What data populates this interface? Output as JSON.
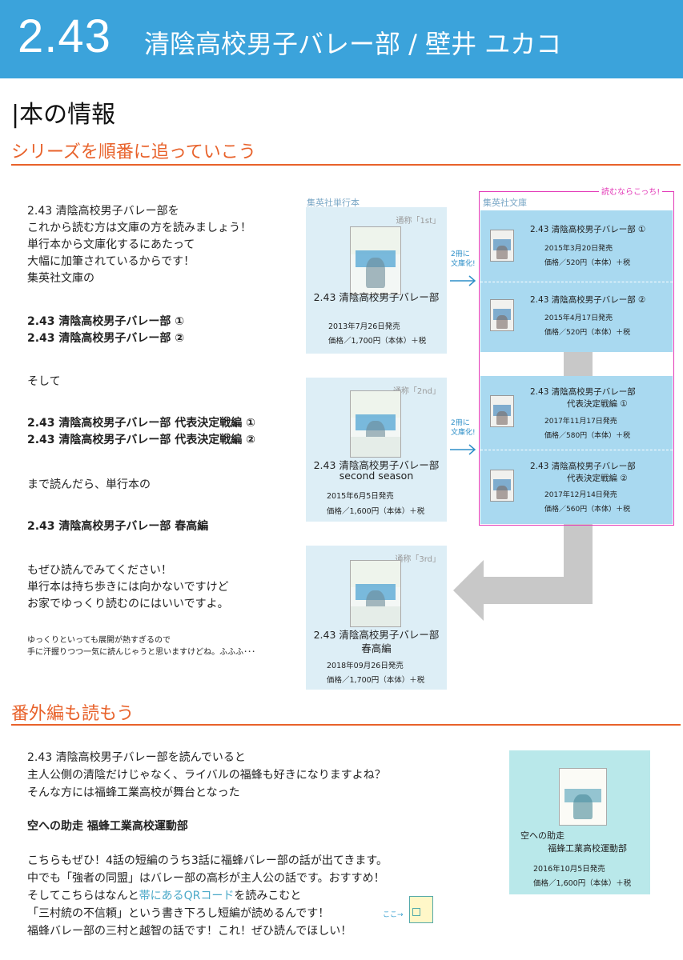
{
  "header": {
    "number": "2.43",
    "title": "清陰高校男子バレー部 / 壁井 ユカコ"
  },
  "section_title": "|本の情報",
  "series": {
    "heading": "シリーズを順番に追っていこう",
    "intro_lines": [
      "2.43 清陰高校男子バレー部を",
      "これから読む方は文庫の方を読みましょう！",
      "単行本から文庫化するにあたって",
      "大幅に加筆されているからです！",
      "集英社文庫の"
    ],
    "bunko_titles_1": [
      "2.43 清陰高校男子バレー部 ①",
      "2.43 清陰高校男子バレー部 ②"
    ],
    "soshite": "そして",
    "bunko_titles_2": [
      "2.43 清陰高校男子バレー部 代表決定戦編 ①",
      "2.43 清陰高校男子バレー部 代表決定戦編 ②"
    ],
    "made": "まで読んだら、単行本の",
    "haruko": "2.43 清陰高校男子バレー部 春高編",
    "outro_lines": [
      "もぜひ読んでみてください！",
      "単行本は持ち歩きには向かないですけど",
      "お家でゆっくり読むのにはいいですよ。"
    ],
    "note_lines": [
      "ゆっくりといっても展開が熱すぎるので",
      "手に汗握りつつ一気に読んじゃうと思いますけどね。ふふふ･･･"
    ]
  },
  "tankobon": {
    "label": "集英社単行本",
    "books": [
      {
        "nick": "通称「1st」",
        "title_lines": [
          "2.43 清陰高校男子バレー部"
        ],
        "date": "2013年7月26日発売",
        "price": "価格／1,700円（本体）＋税"
      },
      {
        "nick": "通称「2nd」",
        "title_lines": [
          "2.43 清陰高校男子バレー部",
          "second season"
        ],
        "date": "2015年6月5日発売",
        "price": "価格／1,600円（本体）＋税"
      },
      {
        "nick": "通称「3rd」",
        "title_lines": [
          "2.43 清陰高校男子バレー部",
          "春高編"
        ],
        "date": "2018年09月26日発売",
        "price": "価格／1,700円（本体）＋税"
      }
    ]
  },
  "arrow_notes": [
    {
      "line1": "2冊に",
      "line2": "文庫化!"
    },
    {
      "line1": "2冊に",
      "line2": "文庫化!"
    }
  ],
  "bunko": {
    "label": "集英社文庫",
    "recommend": "読むならこっち!",
    "books": [
      {
        "title_lines": [
          "2.43 清陰高校男子バレー部 ①"
        ],
        "date": "2015年3月20日発売",
        "price": "価格／520円（本体）＋税"
      },
      {
        "title_lines": [
          "2.43 清陰高校男子バレー部 ②"
        ],
        "date": "2015年4月17日発売",
        "price": "価格／520円（本体）＋税"
      },
      {
        "title_lines": [
          "2.43 清陰高校男子バレー部",
          "代表決定戦編 ①"
        ],
        "date": "2017年11月17日発売",
        "price": "価格／580円（本体）＋税"
      },
      {
        "title_lines": [
          "2.43 清陰高校男子バレー部",
          "代表決定戦編 ②"
        ],
        "date": "2017年12月14日発売",
        "price": "価格／560円（本体）＋税"
      }
    ]
  },
  "extra": {
    "heading": "番外編も読もう",
    "lines": [
      "2.43 清陰高校男子バレー部を読んでいると",
      "主人公側の清陰だけじゃなく、ライバルの福蜂も好きになりますよね？",
      "そんな方には福蜂工業高校が舞台となった"
    ],
    "bold_title": "空への助走 福蜂工業高校運動部",
    "lines2": [
      "こちらもぜひ！4話の短編のうち3話に福蜂バレー部の話が出てきます。",
      "中でも「強者の同盟」はバレー部の高杉が主人公の話です。おすすめ！"
    ],
    "line_qr_before": "そしてこちらはなんと",
    "line_qr_highlight": "帯にあるQRコード",
    "line_qr_after": "を読みこむと",
    "lines3": [
      "「三村統の不信頼」という書き下ろし短編が読めるんです！",
      "福蜂バレー部の三村と越智の話です！これ！ぜひ読んでほしい！"
    ],
    "koko": "ここ→",
    "book": {
      "title_line1": "空への助走",
      "title_line2": "福蜂工業高校運動部",
      "date": "2016年10月5日発売",
      "price": "価格／1,600円（本体）＋税"
    }
  }
}
